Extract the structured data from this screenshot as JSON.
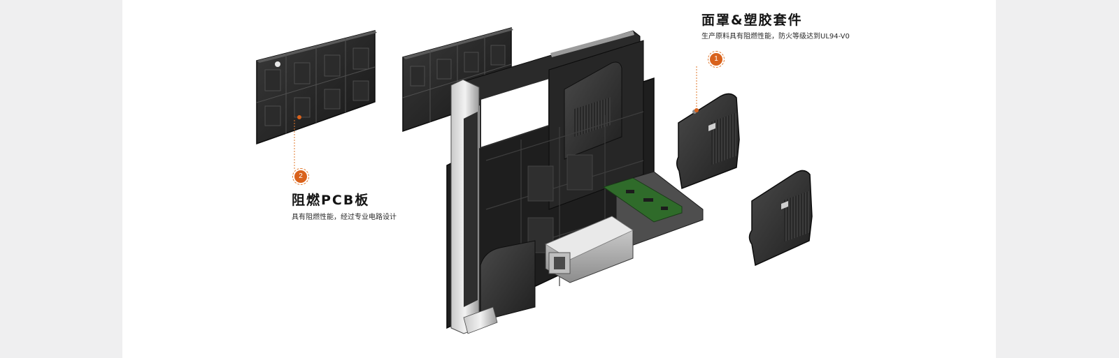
{
  "colors": {
    "background": "#efeff0",
    "page": "#ffffff",
    "accent": "#d9621c",
    "title": "#141414",
    "body_text": "#2a2a2a"
  },
  "callouts": [
    {
      "number": "1",
      "title": "面罩&塑胶套件",
      "subtitle": "生产原料具有阻燃性能，防火等级达到UL94-V0"
    },
    {
      "number": "2",
      "title": "阻燃PCB板",
      "subtitle": "具有阻燃性能，经过专业电路设计"
    }
  ]
}
